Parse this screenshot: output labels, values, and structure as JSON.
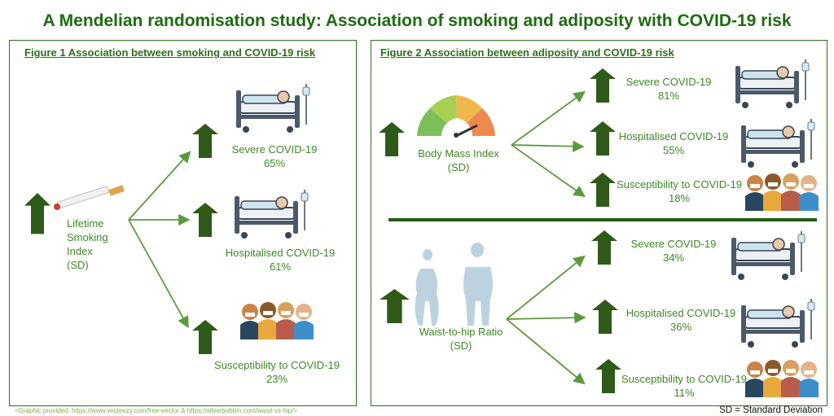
{
  "title": "A Mendelian randomisation study: Association of smoking and adiposity with COVID-19 risk",
  "figure1": {
    "title": "Figure 1 Association between smoking and COVID-19 risk",
    "exposure": [
      "Lifetime",
      "Smoking",
      "Index",
      "(SD)"
    ],
    "outcomes": [
      {
        "label": "Severe COVID-19",
        "value": "65%"
      },
      {
        "label": "Hospitalised COVID-19",
        "value": "61%"
      },
      {
        "label": "Susceptibility to COVID-19",
        "value": "23%"
      }
    ]
  },
  "figure2": {
    "title": "Figure 2 Association between adiposity and COVID-19 risk",
    "bmi": {
      "exposure": [
        "Body Mass Index",
        "(SD)"
      ],
      "outcomes": [
        {
          "label": "Severe COVID-19",
          "value": "81%"
        },
        {
          "label": "Hospitalised COVID-19",
          "value": "55%"
        },
        {
          "label": "Susceptibility to COVID-19",
          "value": "18%"
        }
      ]
    },
    "whr": {
      "exposure": [
        "Waist-to-hip Ratio",
        "(SD)"
      ],
      "outcomes": [
        {
          "label": "Severe COVID-19",
          "value": "34%"
        },
        {
          "label": "Hospitalised COVID-19",
          "value": "36%"
        },
        {
          "label": "Susceptibility to COVID-19",
          "value": "11%"
        }
      ]
    }
  },
  "credit": "<Graphic provided: https://www.vecteezy.com/free-vector & https://silverbobbin.com/waist-vs-hip/>",
  "sd_note": "SD = Standard Deviation",
  "colors": {
    "arrow": "#2f5a1a",
    "text": "#3b8a24",
    "title": "#1e6b12",
    "line": "#5b9a3c"
  }
}
